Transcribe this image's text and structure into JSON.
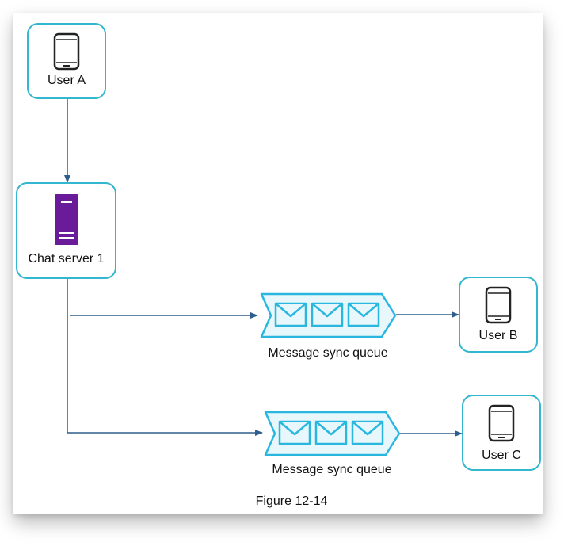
{
  "nodes": {
    "user_a": {
      "label": "User A",
      "icon": "smartphone-icon"
    },
    "chat_server": {
      "label": "Chat server 1",
      "icon": "server-icon"
    },
    "user_b": {
      "label": "User B",
      "icon": "smartphone-icon"
    },
    "user_c": {
      "label": "User C",
      "icon": "smartphone-icon"
    }
  },
  "queues": [
    {
      "label": "Message sync queue",
      "icon": "message-queue-icon"
    },
    {
      "label": "Message sync queue",
      "icon": "message-queue-icon"
    }
  ],
  "edges": [
    {
      "from": "User A",
      "to": "Chat server 1"
    },
    {
      "from": "Chat server 1",
      "to": "Message sync queue"
    },
    {
      "from": "Message sync queue",
      "to": "User B"
    },
    {
      "from": "Chat server 1",
      "to": "Message sync queue"
    },
    {
      "from": "Message sync queue",
      "to": "User C"
    }
  ],
  "caption": "Figure 12-14",
  "colors": {
    "node_border": "#33b6cf",
    "queue_fill": "#e8f7fb",
    "queue_envelope": "#29b7e0",
    "server": "#6a1b9a",
    "arrow": "#2f5e8c"
  }
}
